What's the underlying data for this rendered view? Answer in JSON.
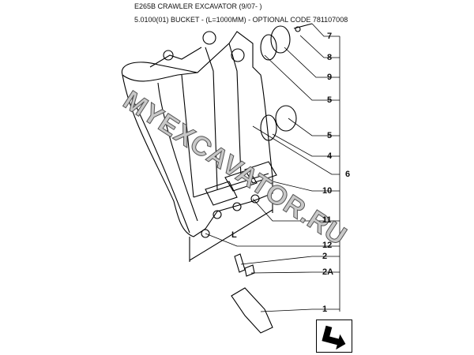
{
  "header": {
    "title": "E265B CRAWLER EXCAVATOR (9/07- )",
    "subtitle": "5.0100(01) BUCKET - (L=1000MM) - OPTIONAL CODE 781107008"
  },
  "callouts": [
    "7",
    "8",
    "9",
    "5",
    "5",
    "4",
    "6",
    "10",
    "11",
    "12",
    "2",
    "2A",
    "1"
  ],
  "dimension_label": "L",
  "watermark": "MYEXCAVATOR.RU",
  "nav_icon": "next-page-arrow-icon"
}
